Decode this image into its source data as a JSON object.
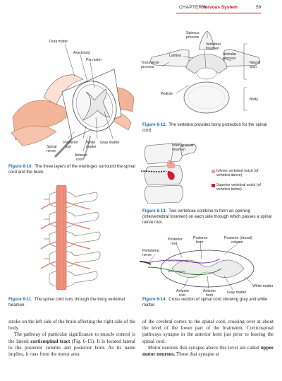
{
  "header": {
    "chapter": "CHAPTER 6",
    "title": "Nervous System",
    "page": "59"
  },
  "fig6_10": {
    "labels": {
      "dura": "Dura mater",
      "arachnoid": "Arachnoid",
      "pia": "Pia mater",
      "posterior_root_1": "Posterior",
      "posterior_root_2": "root",
      "white_matter_1": "White",
      "white_matter_2": "matter",
      "gray_matter": "Gray matter",
      "spinal_nerve_1": "Spinal",
      "spinal_nerve_2": "nerve",
      "anterior_root_1": "Anterior",
      "anterior_root_2": "root"
    },
    "number": "Figure 6-10.",
    "caption": "The three layers of the meninges surround the spinal cord and the brain."
  },
  "fig6_11": {
    "number": "Figure 6-11.",
    "caption": "The spinal cord runs through the bony vertebral foramen."
  },
  "fig6_12": {
    "labels": {
      "spinous_1": "Spinous",
      "spinous_2": "process",
      "vertebral_foramen_1": "Vertebral",
      "vertebral_foramen_2": "foramen",
      "lamina": "Lamina",
      "articular_1": "Articular",
      "articular_2": "process",
      "transverse_1": "Transverse",
      "transverse_2": "process",
      "neural_arch_1": "Neural",
      "neural_arch_2": "arch",
      "pedicle": "Pedicle",
      "body": "Body"
    },
    "number": "Figure 6-12.",
    "caption": "The vertebra provides bony protection for the spinal cord."
  },
  "fig6_13": {
    "labels": {
      "intervertebral_1": "Intervertebral",
      "intervertebral_2": "foramen"
    },
    "legend": [
      {
        "text": "Inferior vertebral notch (of vertebra above)",
        "color": "#f4a3a0"
      },
      {
        "text": "Superior vertebral notch (of vertebra below)",
        "color": "#d7192a"
      }
    ],
    "number": "Figure 6-13.",
    "caption": "Two vertebrae combine to form an opening (intervertebral foramen) on each side through which passes a spinal nerve root."
  },
  "fig6_14": {
    "labels": {
      "posterior_root_1": "Posterior",
      "posterior_root_2": "root",
      "posterior_horn_1": "Posterior",
      "posterior_horn_2": "horn",
      "posterior_column_1": "Posterior (dorsal)",
      "posterior_column_2": "column",
      "peripheral_nerve_1": "Peripheral",
      "peripheral_nerve_2": "nerve",
      "sensory_pathway": "Sensory pathway",
      "motor_pathway": "Motor pathway",
      "white_matter": "White matter",
      "anterior_root_1": "Anterior",
      "anterior_root_2": "root",
      "anterior_horn_1": "Anterior",
      "anterior_horn_2": "horn",
      "gray_matter": "Gray matter"
    },
    "number": "Figure 6-14.",
    "caption": "Cross section of spinal cord showing gray and white matter."
  },
  "body": {
    "col1_p1": "stroke on the left side of the brain affecting the right side of the body.",
    "col1_p2_pre": "The pathway of particular significance to muscle control is the lateral ",
    "col1_p2_term": "corticospinal tract",
    "col1_p2_post": " (Fig. 6-15). It is located lateral to the posterior column and posterior horn. As its name implies, it runs from the motor area",
    "col2_p1": "of the cerebral cortex to the spinal cord, crossing over at about the level of the lower part of the brainstem. Corticospinal pathways synapse in the anterior horn just prior to leaving the spinal cord.",
    "col2_p2_pre": "Motor neurons that synapse above this level are called ",
    "col2_p2_term": "upper motor neurons.",
    "col2_p2_post": " Those that synapse at"
  },
  "colors": {
    "accent_red": "#c8102e",
    "caption_blue": "#1a6aa5",
    "skin": "#f3b59a",
    "red_highlight": "#d7192a",
    "pink_highlight": "#f4a3a0"
  }
}
